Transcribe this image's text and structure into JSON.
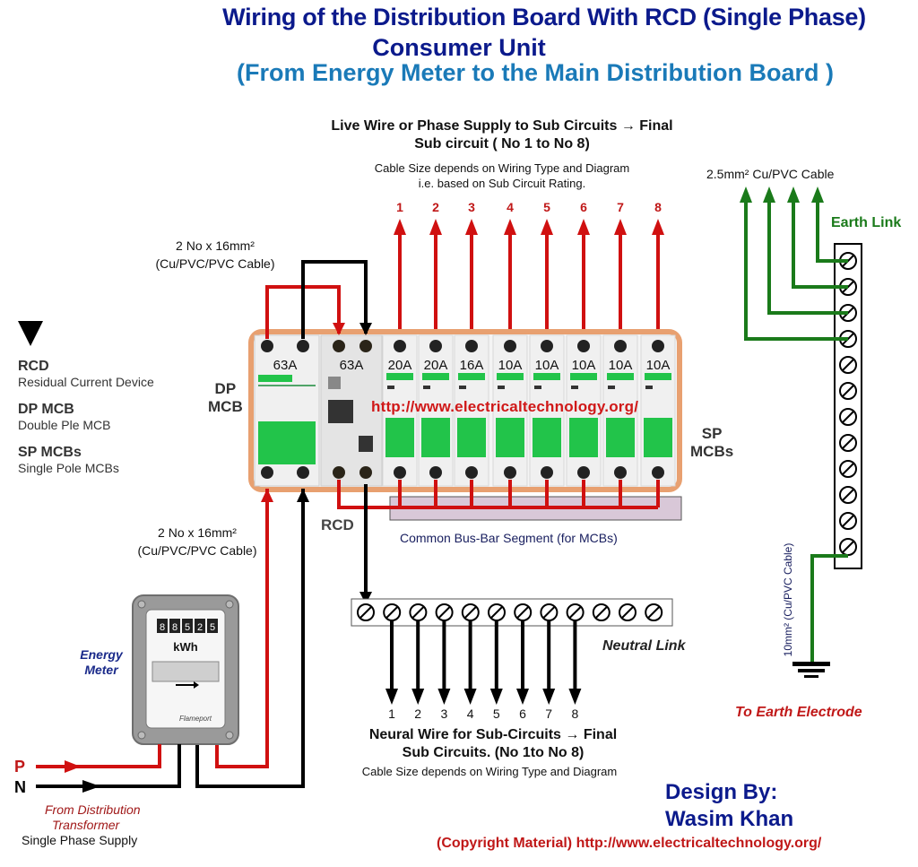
{
  "title": {
    "line1": "Wiring of the Distribution Board With RCD (Single Phase)",
    "line2": "Consumer Unit",
    "line3": "(From Energy Meter to the Main Distribution Board )"
  },
  "live_header": {
    "line1": "Live Wire or Phase Supply to Sub Circuits → Final",
    "line2": "Sub circuit ( No 1 to No 8)",
    "note1": "Cable Size depends on Wiring Type and Diagram",
    "note2": "i.e. based on Sub Circuit Rating."
  },
  "circuit_numbers": [
    "1",
    "2",
    "3",
    "4",
    "5",
    "6",
    "7",
    "8"
  ],
  "earth_cable_label": "2.5mm² Cu/PVC  Cable",
  "earth_link_label": "Earth Link",
  "cable_top": {
    "line1": "2 No x 16mm²",
    "line2": "(Cu/PVC/PVC Cable)"
  },
  "cable_bottom": {
    "line1": "2 No x 16mm²",
    "line2": "(Cu/PVC/PVC Cable)"
  },
  "legend": [
    {
      "abbr": "RCD",
      "desc": "Residual Current Device"
    },
    {
      "abbr": "DP MCB",
      "desc": "Double Ple MCB"
    },
    {
      "abbr": "SP MCBs",
      "desc": "Single Pole MCBs"
    }
  ],
  "board": {
    "dp_mcb_label": "DP\nMCB",
    "dp_mcb_rating": "63A",
    "rcd_rating": "63A",
    "rcd_label": "RCD",
    "sp_label": "SP\nMCBs",
    "sp_ratings": [
      "20A",
      "20A",
      "16A",
      "10A",
      "10A",
      "10A",
      "10A",
      "10A"
    ],
    "watermark": "http://www.electricaltechnology.org/",
    "busbar_label": "Common Bus-Bar Segment (for MCBs)"
  },
  "neutral": {
    "link_label": "Neutral Link",
    "numbers": [
      "1",
      "2",
      "3",
      "4",
      "5",
      "6",
      "7",
      "8"
    ],
    "line1": "Neural Wire for Sub-Circuits → Final",
    "line2": "Sub Circuits. (No 1to No 8)",
    "note": "Cable Size depends on Wiring Type and Diagram"
  },
  "meter": {
    "label1": "Energy",
    "label2": "Meter",
    "digits": [
      "8",
      "8",
      "5",
      "2",
      "5"
    ],
    "unit": "kWh",
    "brand": "Flameport"
  },
  "supply": {
    "p": "P",
    "n": "N",
    "from1": "From Distribution",
    "from2": "Transformer",
    "phase": "Single Phase Supply"
  },
  "earth": {
    "cable_label": "10mm² (Cu/PVC Cable)",
    "electrode_label": "To Earth Electrode"
  },
  "credits": {
    "design_by": "Design By:",
    "author": "Wasim Khan",
    "copyright": "(Copyright Material) http://www.electricaltechnology.org/"
  },
  "colors": {
    "live": "#d01010",
    "neutral": "#000000",
    "earth": "#1a7a1a",
    "title": "#0b1a8c",
    "subtitle": "#1a7ab8",
    "board_border": "#e8a070",
    "breaker_green": "#22c44a"
  }
}
